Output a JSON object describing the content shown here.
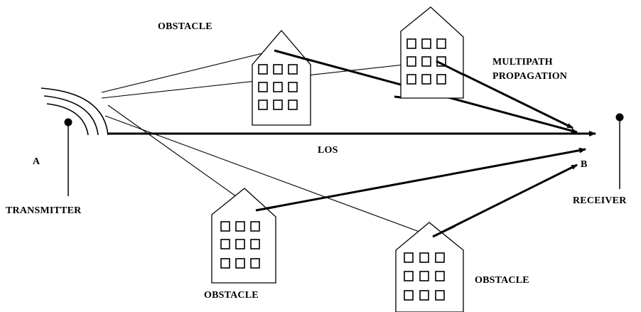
{
  "labels": {
    "obstacle_top_left": "OBSTACLE",
    "multipath_line1": "MULTIPATH",
    "multipath_line2": "PROPAGATION",
    "los": "LOS",
    "point_a": "A",
    "point_b": "B",
    "transmitter": "TRANSMITTER",
    "receiver": "RECEIVER",
    "obstacle_bottom_left": "OBSTACLE",
    "obstacle_bottom_right": "OBSTACLE"
  },
  "colors": {
    "stroke": "#000000",
    "background": "#ffffff"
  }
}
